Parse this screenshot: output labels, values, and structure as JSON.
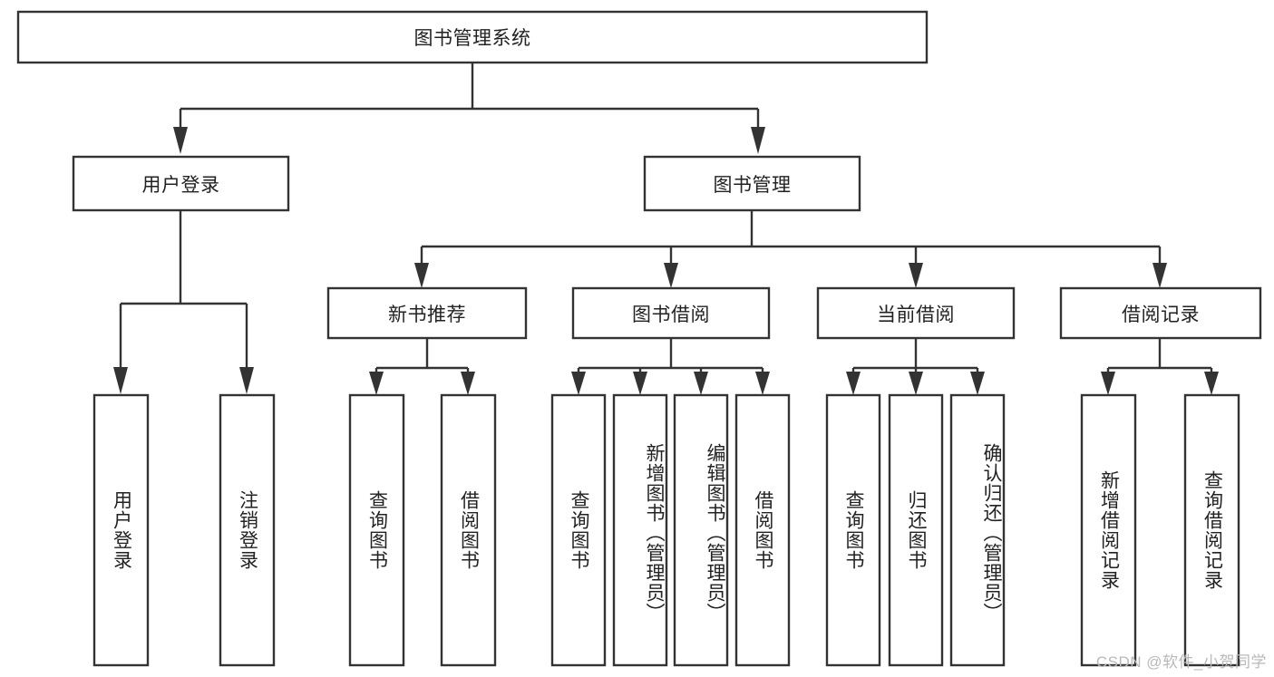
{
  "diagram": {
    "type": "tree",
    "title": "图书管理系统",
    "watermark": "CSDN @软件_小贺同学",
    "nodes": {
      "root": {
        "label": "图书管理系统",
        "level": 0
      },
      "user_login": {
        "label": "用户登录",
        "level": 1
      },
      "book_manage": {
        "label": "图书管理",
        "level": 1
      },
      "new_book_rec": {
        "label": "新书推荐",
        "level": 2
      },
      "book_borrow": {
        "label": "图书借阅",
        "level": 2
      },
      "current_borrow": {
        "label": "当前借阅",
        "level": 2
      },
      "borrow_record": {
        "label": "借阅记录",
        "level": 2
      },
      "leaf_user_login": {
        "label": "用户登录",
        "level": 3
      },
      "leaf_logout": {
        "label": "注销登录",
        "level": 3
      },
      "leaf_query_book_1": {
        "label": "查询图书",
        "level": 3
      },
      "leaf_borrow_book_1": {
        "label": "借阅图书",
        "level": 3
      },
      "leaf_query_book_2": {
        "label": "查询图书",
        "level": 3
      },
      "leaf_add_book": {
        "label": "新增图书（管理员）",
        "level": 3
      },
      "leaf_edit_book": {
        "label": "编辑图书（管理员）",
        "level": 3
      },
      "leaf_borrow_book_2": {
        "label": "借阅图书",
        "level": 3
      },
      "leaf_query_book_3": {
        "label": "查询图书",
        "level": 3
      },
      "leaf_return_book": {
        "label": "归还图书",
        "level": 3
      },
      "leaf_confirm_return": {
        "label": "确认归还（管理员）",
        "level": 3
      },
      "leaf_add_record": {
        "label": "新增借阅记录",
        "level": 3
      },
      "leaf_query_record": {
        "label": "查询借阅记录",
        "level": 3
      }
    },
    "edges": [
      {
        "from": "root",
        "to": "user_login"
      },
      {
        "from": "root",
        "to": "book_manage"
      },
      {
        "from": "user_login",
        "to": "leaf_user_login"
      },
      {
        "from": "user_login",
        "to": "leaf_logout"
      },
      {
        "from": "book_manage",
        "to": "new_book_rec"
      },
      {
        "from": "book_manage",
        "to": "book_borrow"
      },
      {
        "from": "book_manage",
        "to": "current_borrow"
      },
      {
        "from": "book_manage",
        "to": "borrow_record"
      },
      {
        "from": "new_book_rec",
        "to": "leaf_query_book_1"
      },
      {
        "from": "new_book_rec",
        "to": "leaf_borrow_book_1"
      },
      {
        "from": "book_borrow",
        "to": "leaf_query_book_2"
      },
      {
        "from": "book_borrow",
        "to": "leaf_add_book"
      },
      {
        "from": "book_borrow",
        "to": "leaf_edit_book"
      },
      {
        "from": "book_borrow",
        "to": "leaf_borrow_book_2"
      },
      {
        "from": "current_borrow",
        "to": "leaf_query_book_3"
      },
      {
        "from": "current_borrow",
        "to": "leaf_return_book"
      },
      {
        "from": "current_borrow",
        "to": "leaf_confirm_return"
      },
      {
        "from": "borrow_record",
        "to": "leaf_add_record"
      },
      {
        "from": "borrow_record",
        "to": "leaf_query_record"
      }
    ],
    "colors": {
      "box_stroke": "#333333",
      "box_fill": "#ffffff",
      "text": "#222222",
      "watermark": "#b9b9b9",
      "background": "#ffffff"
    }
  }
}
